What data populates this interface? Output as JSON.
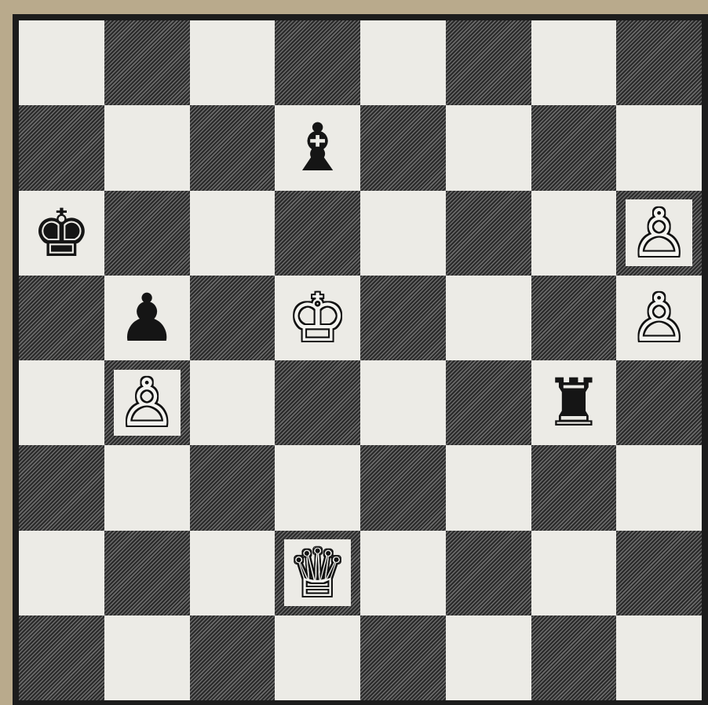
{
  "board": {
    "rows": [
      [
        "",
        "",
        "",
        "",
        "",
        "",
        "",
        ""
      ],
      [
        "",
        "",
        "",
        "b",
        "",
        "",
        "",
        ""
      ],
      [
        "k",
        "",
        "",
        "",
        "",
        "",
        "",
        "P"
      ],
      [
        "",
        "p",
        "",
        "K",
        "",
        "",
        "",
        "P"
      ],
      [
        "",
        "P",
        "",
        "",
        "",
        "",
        "r",
        ""
      ],
      [
        "",
        "",
        "",
        "",
        "",
        "",
        "",
        ""
      ],
      [
        "",
        "",
        "",
        "Q",
        "",
        "",
        "",
        ""
      ],
      [
        "",
        "",
        "",
        "",
        "",
        "",
        "",
        ""
      ]
    ],
    "glyphs": {
      "K": "♔",
      "Q": "♕",
      "R": "♖",
      "B": "♗",
      "N": "♘",
      "P": "♙",
      "k": "♚",
      "q": "♛",
      "r": "♜",
      "b": "♝",
      "n": "♞",
      "p": "♟"
    },
    "colors": {
      "light_square": "#ecebe6",
      "dark_square": "#2a2a2a",
      "background": "#b9aa8c"
    }
  }
}
